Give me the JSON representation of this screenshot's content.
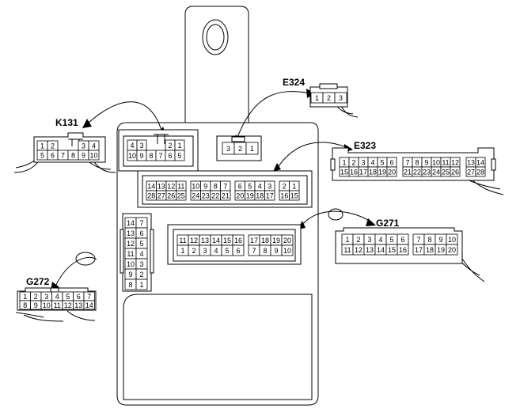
{
  "labels": {
    "k131": "K131",
    "e324": "E324",
    "e323": "E323",
    "g271": "G271",
    "g272": "G272"
  },
  "connectors": {
    "k131": {
      "top": [
        "1",
        "2",
        "",
        "",
        "3",
        "4"
      ],
      "bottom": [
        "5",
        "6",
        "7",
        "8",
        "9",
        "10"
      ]
    },
    "plug_a": {
      "top": [
        "4",
        "3",
        "",
        "",
        "2",
        "1"
      ],
      "bottom": [
        "10",
        "9",
        "8",
        "7",
        "6",
        "5"
      ]
    },
    "e324": [
      "1",
      "2",
      "3"
    ],
    "plug_b": [
      "3",
      "2",
      "1"
    ],
    "e323": {
      "top": [
        "1",
        "2",
        "3",
        "4",
        "5",
        "6",
        "7",
        "8",
        "9",
        "10",
        "11",
        "12",
        "13",
        "14"
      ],
      "bottom": [
        "15",
        "16",
        "17",
        "18",
        "19",
        "20",
        "21",
        "22",
        "23",
        "24",
        "25",
        "26",
        "27",
        "28"
      ]
    },
    "plug_c": {
      "top": [
        "14",
        "13",
        "12",
        "11",
        "10",
        "9",
        "8",
        "7",
        "6",
        "5",
        "4",
        "3",
        "2",
        "1"
      ],
      "bottom": [
        "28",
        "27",
        "26",
        "25",
        "24",
        "23",
        "22",
        "21",
        "20",
        "19",
        "18",
        "17",
        "16",
        "15"
      ]
    },
    "g271": {
      "top": [
        "1",
        "2",
        "3",
        "4",
        "5",
        "6",
        "7",
        "8",
        "9",
        "10"
      ],
      "bottom": [
        "11",
        "12",
        "13",
        "14",
        "15",
        "16",
        "17",
        "18",
        "19",
        "20"
      ]
    },
    "plug_d": {
      "top": [
        "11",
        "12",
        "13",
        "14",
        "15",
        "16",
        "17",
        "18",
        "19",
        "20"
      ],
      "bottom": [
        "1",
        "2",
        "3",
        "4",
        "5",
        "6",
        "7",
        "8",
        "9",
        "10"
      ]
    },
    "g272": {
      "top": [
        "1",
        "2",
        "3",
        "4",
        "5",
        "6",
        "7"
      ],
      "bottom": [
        "8",
        "9",
        "10",
        "11",
        "12",
        "13",
        "14"
      ]
    },
    "plug_e": {
      "left": [
        "14",
        "13",
        "12",
        "11",
        "10",
        "9",
        "8"
      ],
      "right": [
        "7",
        "6",
        "5",
        "4",
        "3",
        "2",
        "1"
      ]
    }
  }
}
